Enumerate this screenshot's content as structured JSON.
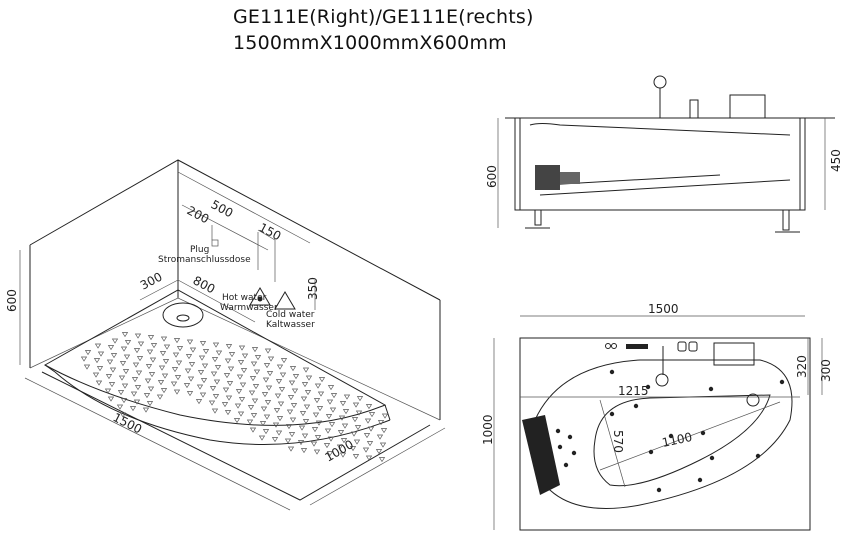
{
  "header": {
    "model": "GE111E(Right)/GE111E(rechts)",
    "size": "1500mmX1000mmX600mm"
  },
  "iso_view": {
    "dims": {
      "d500": "500",
      "d200": "200",
      "d150": "150",
      "d300": "300",
      "d800": "800",
      "d350": "350",
      "d600": "600",
      "d1500": "1500",
      "d1000": "1000"
    },
    "labels": {
      "plug": "Plug",
      "plug_de": "Stromanschlussdose",
      "hot": "Hot water",
      "hot_de": "Warmwasser",
      "cold": "Cold water",
      "cold_de": "Kaltwasser"
    }
  },
  "side_view": {
    "dims": {
      "d600": "600",
      "d450": "450"
    }
  },
  "plan_view": {
    "dims": {
      "d1500": "1500",
      "d1000": "1000",
      "d320": "320",
      "d300": "300",
      "d1215": "1215",
      "d1100": "1100",
      "d570": "570"
    }
  }
}
